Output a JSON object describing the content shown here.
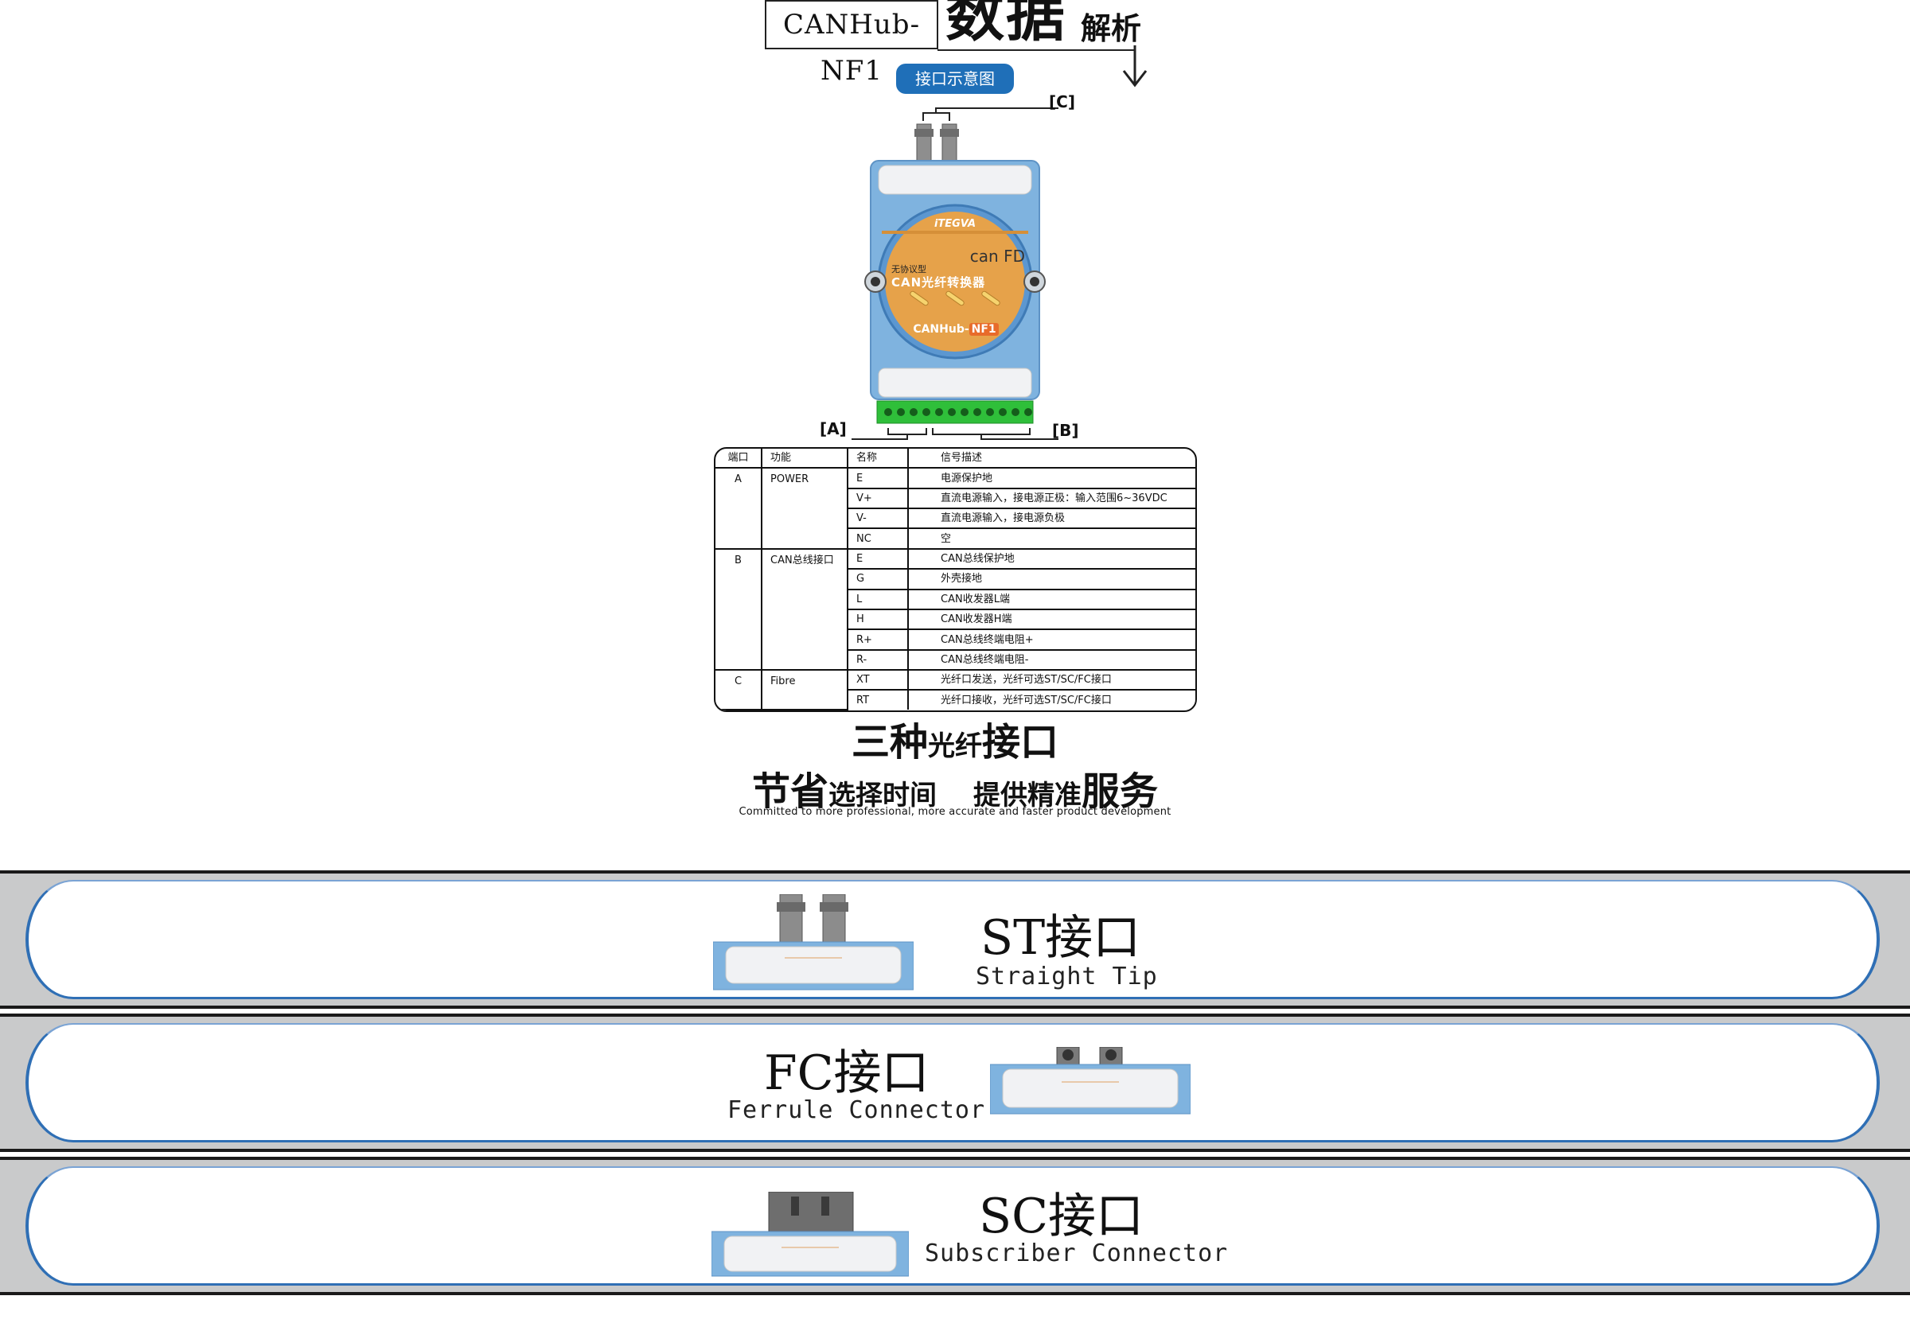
{
  "header": {
    "product_box": "CANHub-NF1",
    "title_big": "数据",
    "title_small": "解析",
    "pill_label": "接口示意图"
  },
  "device": {
    "brand": "iTEGVA",
    "logo": "can FD",
    "line1": "无协议型",
    "line2": "CAN光纤转换器",
    "model_prefix": "CANHub-",
    "model_suffix": "NF1"
  },
  "port_labels": {
    "a": "[A]",
    "b": "[B]",
    "c": "[C]"
  },
  "table": {
    "headers": [
      "端口",
      "功能",
      "名称",
      "信号描述"
    ],
    "groups": [
      {
        "port": "A",
        "function": "POWER",
        "rows": [
          {
            "name": "E",
            "desc": "电源保护地"
          },
          {
            "name": "V+",
            "desc": "直流电源输入，接电源正极：输入范围6~36VDC"
          },
          {
            "name": "V-",
            "desc": "直流电源输入，接电源负极"
          },
          {
            "name": "NC",
            "desc": "空"
          }
        ]
      },
      {
        "port": "B",
        "function": "CAN总线接口",
        "rows": [
          {
            "name": "E",
            "desc": "CAN总线保护地"
          },
          {
            "name": "G",
            "desc": "外壳接地"
          },
          {
            "name": "L",
            "desc": "CAN收发器L端"
          },
          {
            "name": "H",
            "desc": "CAN收发器H端"
          },
          {
            "name": "R+",
            "desc": "CAN总线终端电阻+"
          },
          {
            "name": "R-",
            "desc": "CAN总线终端电阻-"
          }
        ]
      },
      {
        "port": "C",
        "function": "Fibre",
        "rows": [
          {
            "name": "XT",
            "desc": "光纤口发送，光纤可选ST/SC/FC接口"
          },
          {
            "name": "RT",
            "desc": "光纤口接收，光纤可选ST/SC/FC接口"
          }
        ]
      }
    ]
  },
  "slogan": {
    "line1_a": "三种",
    "line1_b": "光纤",
    "line1_c": "接口",
    "line2_a": "节省",
    "line2_b": "选择时间",
    "line2_c": "提供精准",
    "line2_d": "服务",
    "tagline": "Committed to more professional, more accurate and faster product development"
  },
  "bands": [
    {
      "title": "ST接口",
      "subtitle": "Straight Tip"
    },
    {
      "title": "FC接口",
      "subtitle": "Ferrule Connector"
    },
    {
      "title": "SC接口",
      "subtitle": "Subscriber Connector"
    }
  ],
  "colors": {
    "accent_blue": "#1f6fb8",
    "device_blue": "#7fb3df",
    "device_orange": "#e6a24a",
    "terminal_green": "#2fbf3a",
    "band_gray": "#c9cacb"
  }
}
